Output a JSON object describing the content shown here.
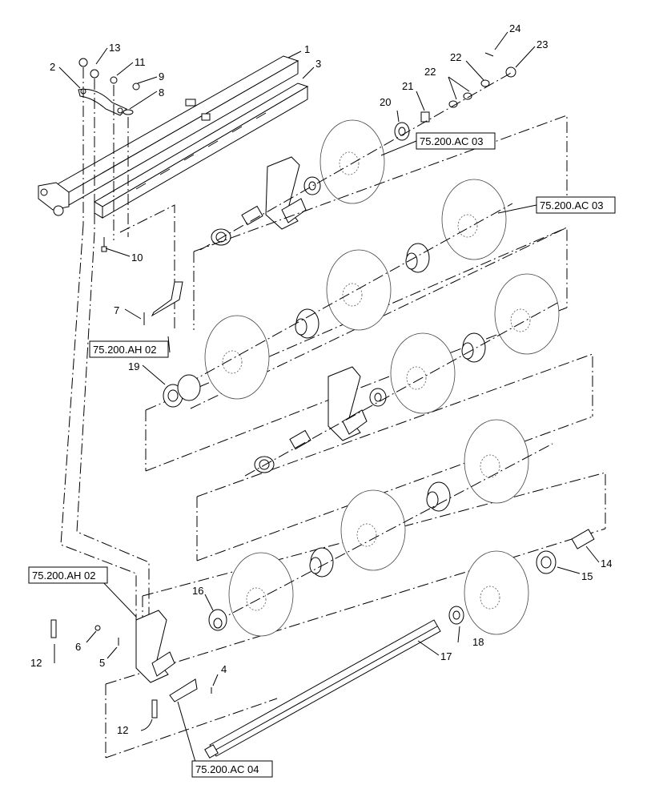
{
  "callouts": {
    "c1": "1",
    "c2": "2",
    "c3": "3",
    "c4": "4",
    "c5": "5",
    "c6": "6",
    "c7": "7",
    "c8": "8",
    "c9": "9",
    "c10": "10",
    "c11": "11",
    "c12a": "12",
    "c12b": "12",
    "c13": "13",
    "c14": "14",
    "c15": "15",
    "c16": "16",
    "c17": "17",
    "c18": "18",
    "c19": "19",
    "c20": "20",
    "c21": "21",
    "c22a": "22",
    "c22b": "22",
    "c23": "23",
    "c24": "24"
  },
  "refs": {
    "ac03_top": "75.200.AC 03",
    "ac03_mid": "75.200.AC 03",
    "ah02_upper": "75.200.AH 02",
    "ah02_lower": "75.200.AH 02",
    "ac04": "75.200.AC 04"
  }
}
